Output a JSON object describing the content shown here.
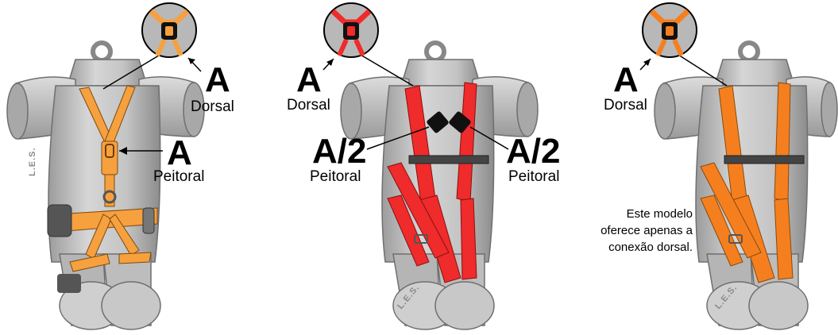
{
  "panels": [
    {
      "id": "left",
      "strap_color": "#f7a03e",
      "stamp": "L.E.S.",
      "labels": [
        {
          "big": "A",
          "small": "Dorsal"
        },
        {
          "big": "A",
          "small": "Peitoral"
        }
      ]
    },
    {
      "id": "middle",
      "strap_color": "#ef2b2b",
      "stamp": "L.E.S.",
      "labels": [
        {
          "big": "A",
          "small": "Dorsal"
        },
        {
          "big": "A/2",
          "small": "Peitoral"
        },
        {
          "big": "A/2",
          "small": "Peitoral"
        }
      ]
    },
    {
      "id": "right",
      "strap_color": "#f57f1f",
      "stamp": "L.E.S.",
      "labels": [
        {
          "big": "A",
          "small": "Dorsal"
        }
      ],
      "note": [
        "Este modelo",
        "oferece apenas a",
        "conexão dorsal."
      ]
    }
  ]
}
